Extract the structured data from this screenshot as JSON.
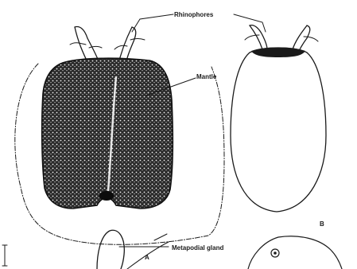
{
  "labels": {
    "rhinophores": "Rhinophores",
    "mantle": "Mantle",
    "metapodial_gland": "Metapodial gland",
    "panel_a": "A",
    "panel_b": "B"
  },
  "colors": {
    "ink": "#1a1a1a",
    "paper": "#ffffff",
    "mantle_fill": "#2a2a2a"
  }
}
